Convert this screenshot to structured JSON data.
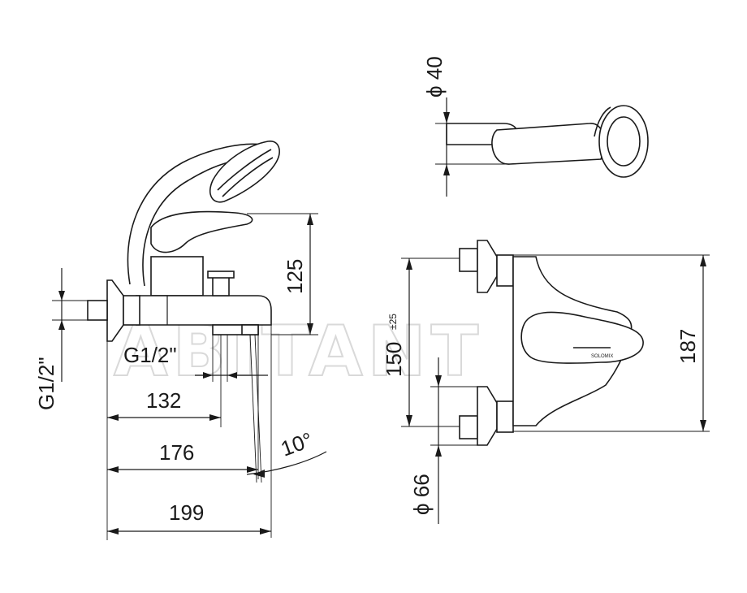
{
  "watermark": "ABITANT",
  "dimensions": {
    "g12_left": "G1/2\"",
    "g12_center": "G1/2\"",
    "d132": "132",
    "d176": "176",
    "d199": "199",
    "d125": "125",
    "angle10": "10°",
    "d40": "ϕ 40",
    "d150": "150",
    "d150_tol": "±25",
    "d187": "187",
    "d66": "ϕ 66"
  },
  "colors": {
    "line": "#1a1a1a",
    "watermark": "#d9d9d9",
    "background": "#ffffff"
  }
}
